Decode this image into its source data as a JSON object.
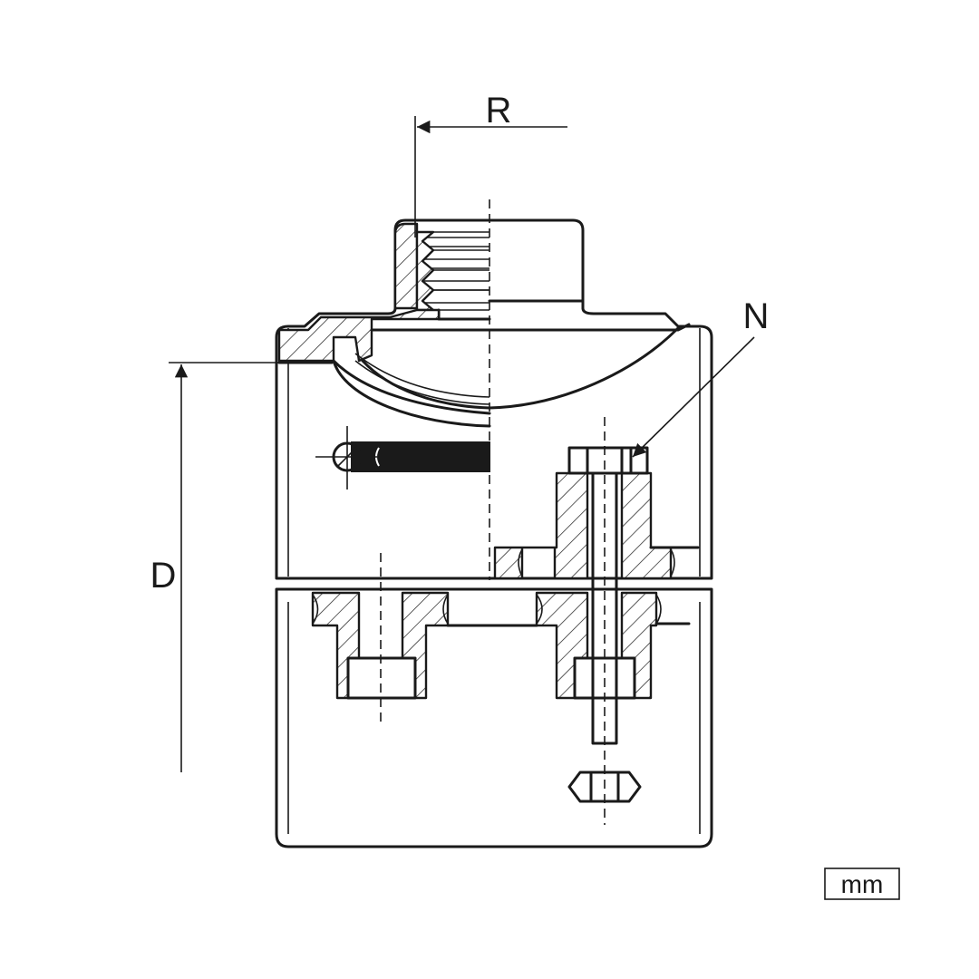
{
  "labels": {
    "radius": "R",
    "depth": "D",
    "nut": "N"
  },
  "units": {
    "text": "mm"
  }
}
